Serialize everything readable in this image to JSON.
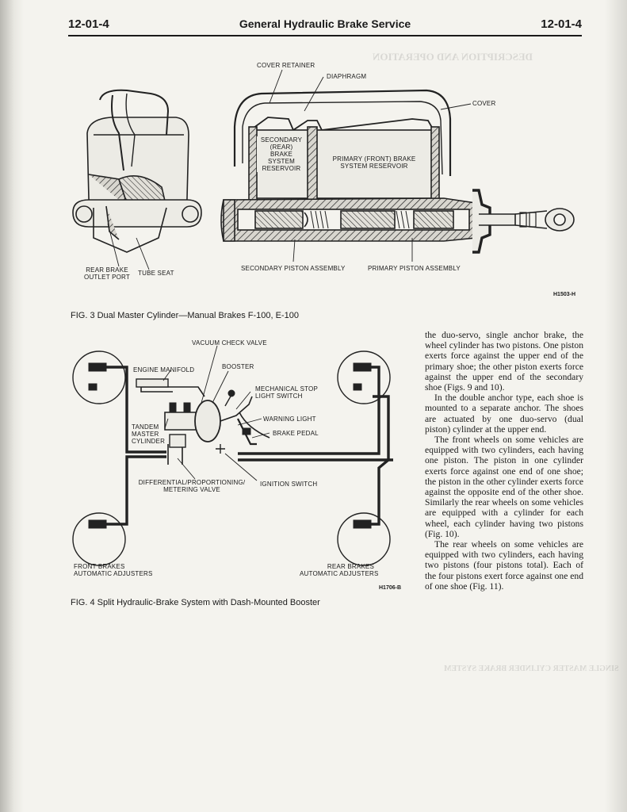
{
  "header": {
    "left": "12-01-4",
    "center": "General Hydraulic Brake Service",
    "right": "12-01-4"
  },
  "fig3": {
    "labels": {
      "cover_retainer": "COVER RETAINER",
      "diaphragm": "DIAPHRAGM",
      "cover": "COVER",
      "secondary_reservoir": [
        "SECONDARY",
        "(REAR)",
        "BRAKE",
        "SYSTEM",
        "RESERVOIR"
      ],
      "primary_reservoir": [
        "PRIMARY (FRONT) BRAKE",
        "SYSTEM RESERVOIR"
      ],
      "rear_brake_outlet": [
        "REAR BRAKE",
        "OUTLET PORT"
      ],
      "tube_seat": "TUBE SEAT",
      "secondary_piston": "SECONDARY PISTON ASSEMBLY",
      "primary_piston": "PRIMARY PISTON ASSEMBLY"
    },
    "figure_id": "H1503-H",
    "caption": "FIG. 3 Dual Master Cylinder—Manual Brakes F-100, E-100"
  },
  "fig4": {
    "labels": {
      "vacuum_check_valve": "VACUUM CHECK VALVE",
      "booster": "BOOSTER",
      "engine_manifold": "ENGINE MANIFOLD",
      "mechanical_stop": [
        "MECHANICAL STOP",
        "LIGHT SWITCH"
      ],
      "warning_light": "WARNING LIGHT",
      "tandem_master": [
        "TANDEM",
        "MASTER",
        "CYLINDER"
      ],
      "brake_pedal": "BRAKE PEDAL",
      "differential_valve": [
        "DIFFERENTIAL/PROPORTIONING/",
        "METERING VALVE"
      ],
      "ignition_switch": "IGNITION SWITCH",
      "front_brakes": [
        "FRONT BRAKES",
        "AUTOMATIC ADJUSTERS"
      ],
      "rear_brakes": [
        "REAR BRAKES",
        "AUTOMATIC ADJUSTERS"
      ]
    },
    "figure_id": "H1706-B",
    "caption": "FIG. 4 Split Hydraulic-Brake System with Dash-Mounted Booster"
  },
  "body": {
    "paragraphs": [
      "the duo-servo, single anchor brake, the wheel cylinder has two pistons. One piston exerts force against the upper end of the primary shoe; the other piston exerts force against the upper end of the secondary shoe (Figs. 9 and 10).",
      "In the double anchor type, each shoe is mounted to a separate anchor. The shoes are actuated by one duo-servo (dual piston) cylinder at the upper end.",
      "The front wheels on some vehicles are equipped with two cylinders, each having one piston. The piston in one cylinder exerts force against one end of one shoe; the piston in the other cylinder exerts force against the opposite end of the other shoe. Similarly the rear wheels on some vehicles are equipped with a cylinder for each wheel, each cylinder having two pistons (Fig. 10).",
      "The rear wheels on some vehicles are equipped with two cylinders, each having two pistons (four pistons total). Each of the four pistons exert force against one end of one shoe (Fig. 11)."
    ]
  },
  "bleed_through": {
    "heading1": "DESCRIPTION AND OPERATION",
    "heading2": "SINGLE MASTER CYLINDER BRAKE SYSTEM"
  },
  "colors": {
    "paper": "#f4f3ee",
    "ink": "#1a1a1a",
    "tube": "#222222"
  }
}
